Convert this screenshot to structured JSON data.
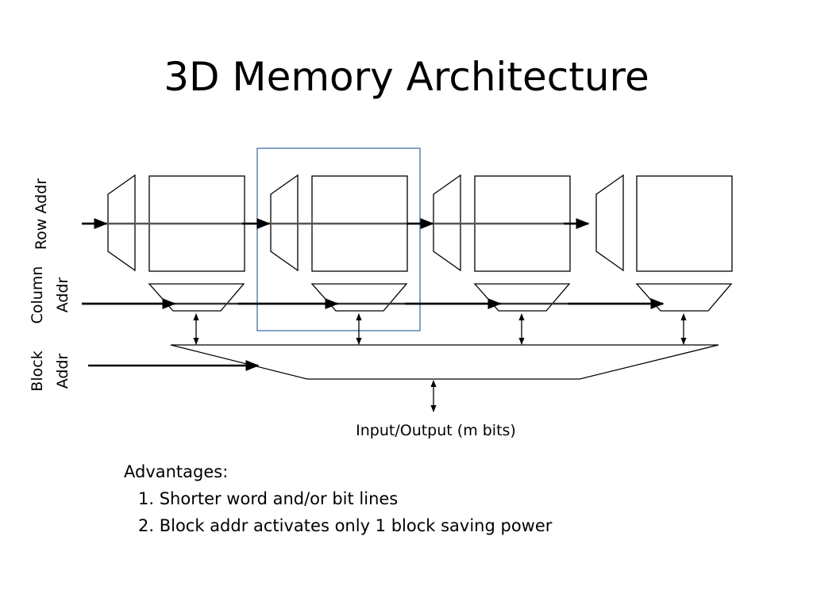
{
  "slide": {
    "title": "3D Memory Architecture"
  },
  "diagram": {
    "labels": {
      "row_addr": "Row Addr",
      "column_addr_line1": "Column",
      "column_addr_line2": "Addr",
      "block_addr_line1": "Block",
      "block_addr_line2": "Addr",
      "io": "Input/Output (m bits)"
    },
    "block_count": 4,
    "highlight_block_index": 1,
    "colors": {
      "stroke": "#000000",
      "bus_line": "#555555",
      "highlight": "#5b84b1"
    }
  },
  "advantages": {
    "heading": "Advantages:",
    "items": [
      "1. Shorter word and/or bit lines",
      "2. Block addr activates only 1 block saving power"
    ]
  }
}
